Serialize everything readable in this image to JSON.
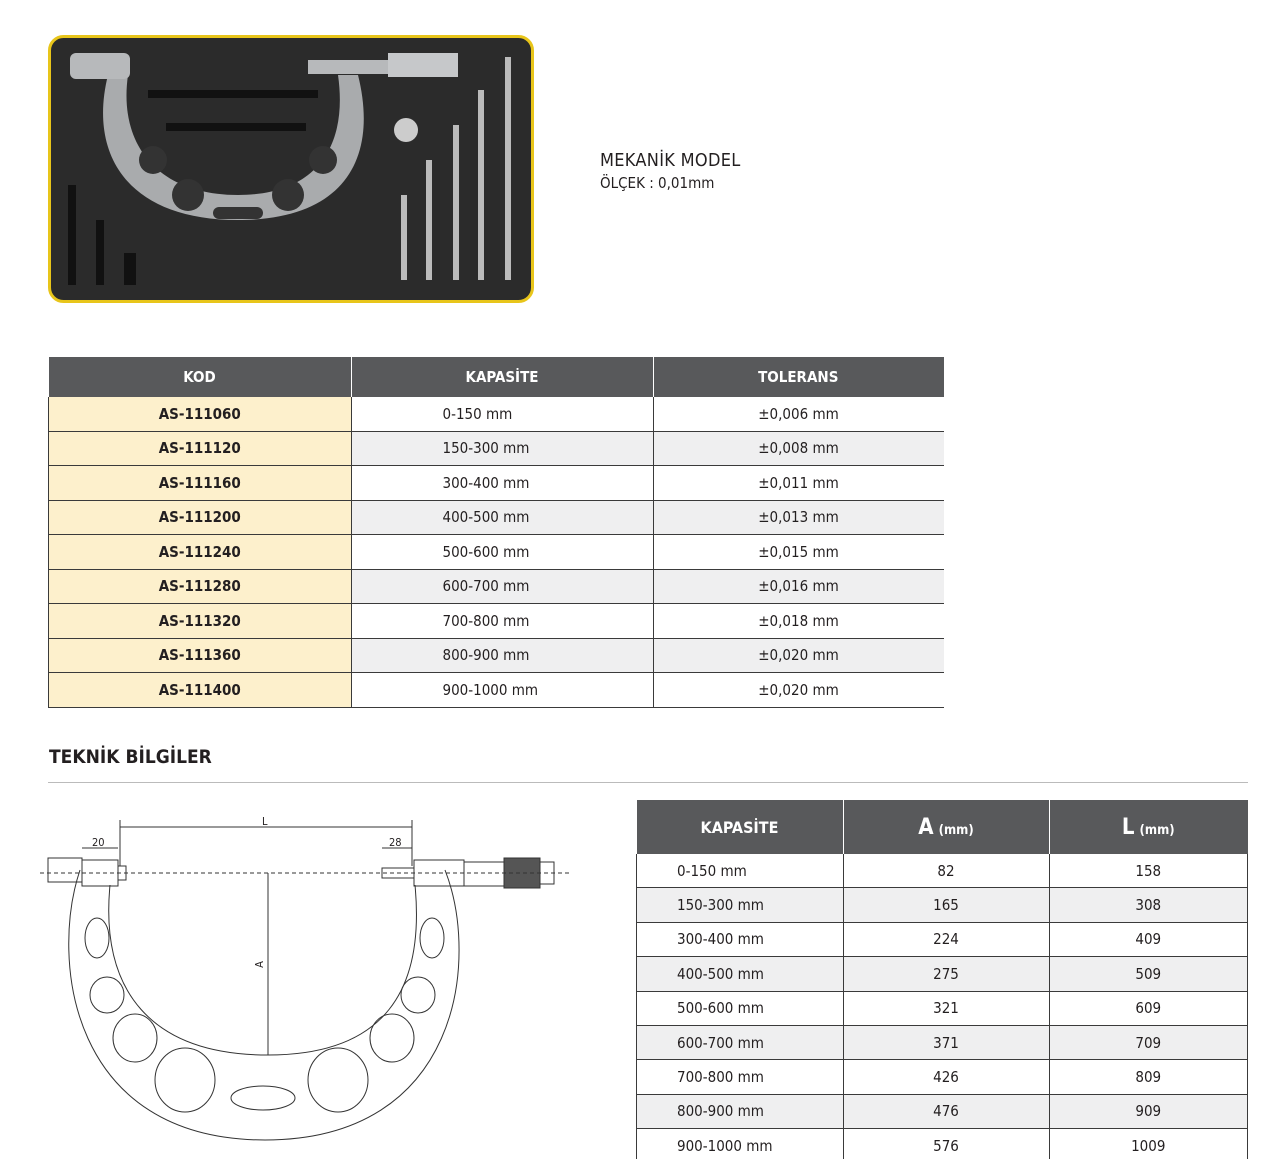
{
  "product": {
    "model": "MEKANİK MODEL",
    "scale": "ÖLÇEK : 0,01mm"
  },
  "table1": {
    "headers": [
      "KOD",
      "KAPASİTE",
      "TOLERANS"
    ],
    "rows": [
      [
        "AS-111060",
        "0-150 mm",
        "±0,006 mm"
      ],
      [
        "AS-111120",
        "150-300 mm",
        "±0,008 mm"
      ],
      [
        "AS-111160",
        "300-400 mm",
        "±0,011 mm"
      ],
      [
        "AS-111200",
        "400-500 mm",
        "±0,013 mm"
      ],
      [
        "AS-111240",
        "500-600 mm",
        "±0,015 mm"
      ],
      [
        "AS-111280",
        "600-700 mm",
        "±0,016 mm"
      ],
      [
        "AS-111320",
        "700-800 mm",
        "±0,018 mm"
      ],
      [
        "AS-111360",
        "800-900 mm",
        "±0,020 mm"
      ],
      [
        "AS-111400",
        "900-1000 mm",
        "±0,020 mm"
      ]
    ]
  },
  "section_title": "TEKNİK BİLGİLER",
  "diagram": {
    "dim_20": "20",
    "dim_L": "L",
    "dim_28": "28",
    "dim_A": "A"
  },
  "table2": {
    "headers": [
      {
        "main": "KAPASİTE",
        "unit": ""
      },
      {
        "main": "A",
        "unit": "(mm)"
      },
      {
        "main": "L",
        "unit": "(mm)"
      }
    ],
    "rows": [
      [
        "0-150 mm",
        "82",
        "158"
      ],
      [
        "150-300 mm",
        "165",
        "308"
      ],
      [
        "300-400 mm",
        "224",
        "409"
      ],
      [
        "400-500 mm",
        "275",
        "509"
      ],
      [
        "500-600 mm",
        "321",
        "609"
      ],
      [
        "600-700 mm",
        "371",
        "709"
      ],
      [
        "700-800 mm",
        "426",
        "809"
      ],
      [
        "800-900 mm",
        "476",
        "909"
      ],
      [
        "900-1000 mm",
        "576",
        "1009"
      ]
    ]
  }
}
